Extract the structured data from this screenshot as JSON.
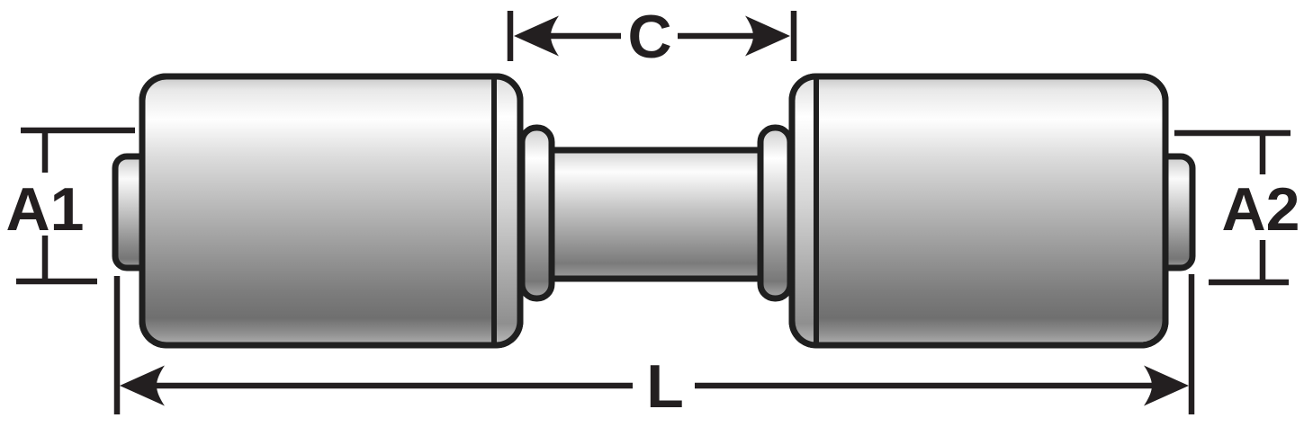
{
  "figure": {
    "dimensions": {
      "top": {
        "label": "C"
      },
      "left": {
        "label": "A1"
      },
      "right": {
        "label": "A2"
      },
      "bottom": {
        "label": "L"
      }
    },
    "colors": {
      "background": "#ffffff",
      "line": "#231f20",
      "metal_highlight": "#ffffff",
      "metal_mid": "#b5b5b5",
      "metal_shadow": "#6f6f6f"
    }
  }
}
